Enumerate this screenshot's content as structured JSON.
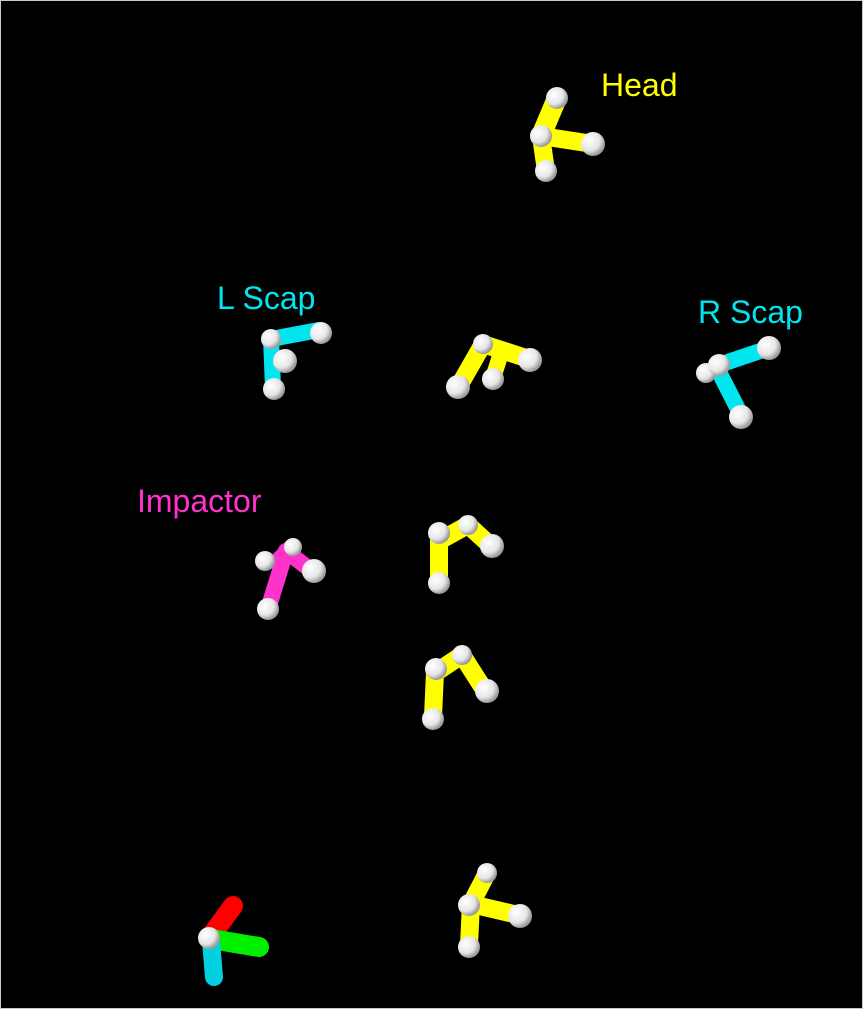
{
  "labels": {
    "head": "Head",
    "l_scap": "L Scap",
    "r_scap": "R Scap",
    "impactor": "Impactor"
  },
  "colors": {
    "background": "#000000",
    "head": "#ffff00",
    "scapula": "#00e5ee",
    "impactor": "#ff33cc",
    "marker": "#ffffff",
    "axis_x": "#ff0000",
    "axis_y": "#00ee00",
    "axis_z": "#00d0e0"
  }
}
